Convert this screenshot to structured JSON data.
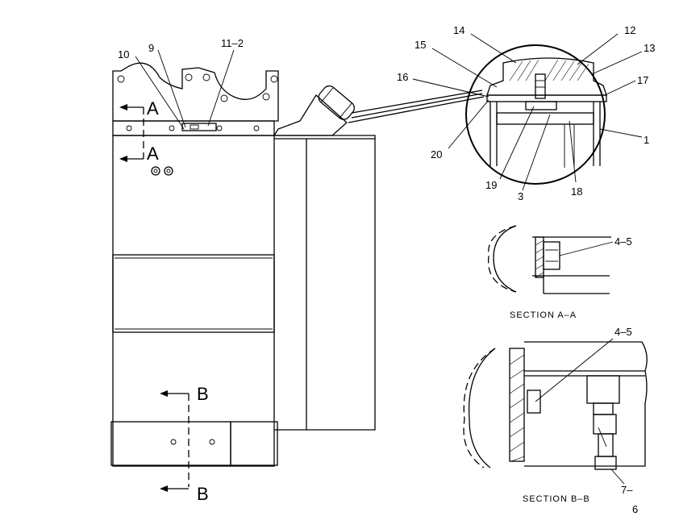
{
  "callouts": {
    "c10": "10",
    "c9": "9",
    "c11_2": "11–2",
    "c14": "14",
    "c12": "12",
    "c13": "13",
    "c15": "15",
    "c16": "16",
    "c17": "17",
    "c20": "20",
    "c1": "1",
    "c19": "19",
    "c3": "3",
    "c18": "18",
    "c4_5_a": "4–5",
    "c4_5_b": "4–5",
    "c7": "7–",
    "c6": "6"
  },
  "section_markers": {
    "a_top": "A",
    "a_bottom": "A",
    "b_top": "B",
    "b_bottom": "B"
  },
  "section_titles": {
    "a": "SECTION A–A",
    "b": "SECTION B–B"
  }
}
